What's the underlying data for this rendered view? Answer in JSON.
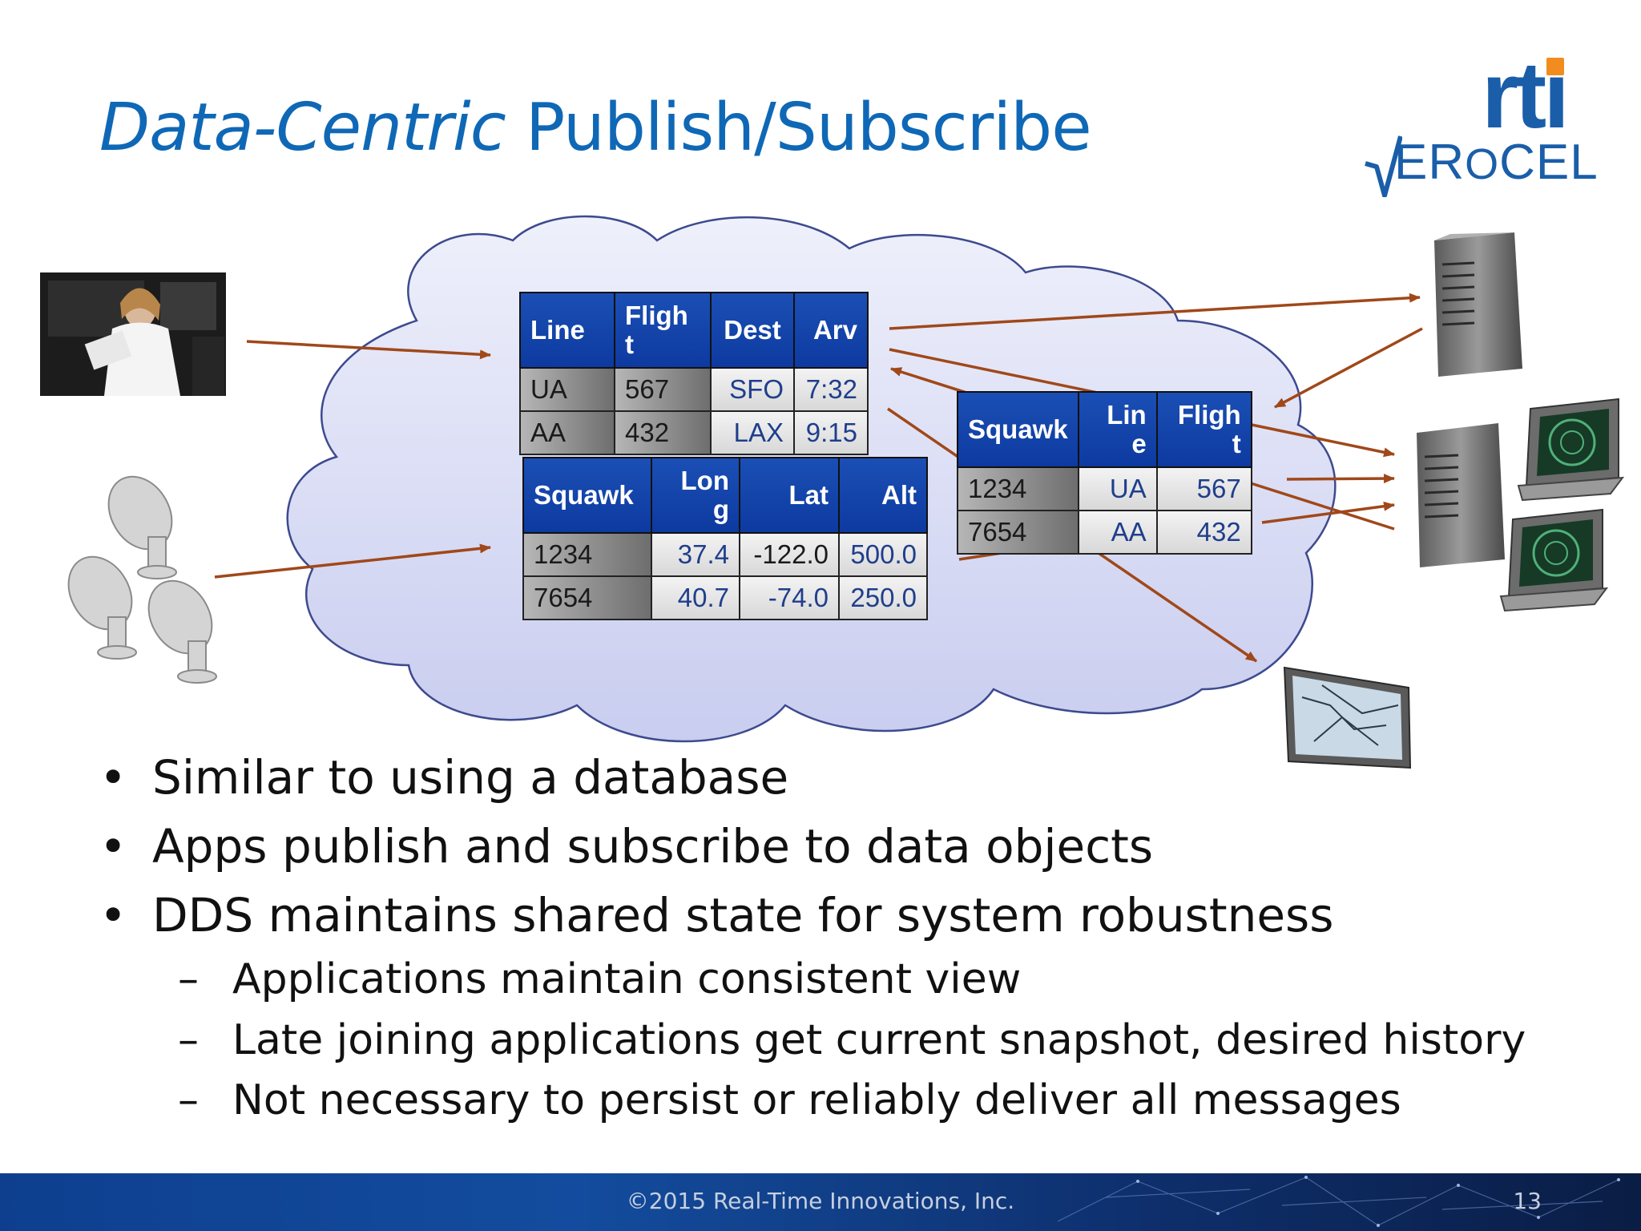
{
  "slide": {
    "title_emphasis": "Data-Centric",
    "title_rest": " Publish/Subscribe",
    "logo": {
      "top": "rti",
      "bottom": "ERoCEL"
    },
    "bullets": [
      "Similar to using a database",
      "Apps publish and subscribe to data objects",
      "DDS maintains shared state for system robustness"
    ],
    "sub_bullets": [
      "Applications maintain consistent view",
      "Late joining applications get current snapshot, desired history",
      "Not necessary to persist or reliably deliver all messages"
    ],
    "dash": "–",
    "bullet_mark": "•",
    "footer": "©2015 Real-Time Innovations, Inc.",
    "page_number": "13"
  },
  "tables": {
    "flights": {
      "headers": [
        "Line",
        "Fligh\nt",
        "Dest",
        "Arv"
      ],
      "rows": [
        [
          "UA",
          "567",
          "SFO",
          "7:32"
        ],
        [
          "AA",
          "432",
          "LAX",
          "9:15"
        ]
      ]
    },
    "tracks": {
      "headers": [
        "Squawk",
        "Lon\ng",
        "Lat",
        "Alt"
      ],
      "rows": [
        [
          "1234",
          "37.4",
          "-122.0",
          "500.0"
        ],
        [
          "7654",
          "40.7",
          "-74.0",
          "250.0"
        ]
      ]
    },
    "correlation": {
      "headers": [
        "Squawk",
        "Lin\ne",
        "Fligh\nt"
      ],
      "rows": [
        [
          "1234",
          "UA",
          "567"
        ],
        [
          "7654",
          "AA",
          "432"
        ]
      ]
    }
  },
  "colors": {
    "title": "#0f68b6",
    "arrow": "#a0481a",
    "cloud_fill": "#d8dcf4",
    "header_blue": "#1b4fb5"
  },
  "icons": [
    "pilot-photo",
    "satellite-dish-icon",
    "server-icon",
    "radar-console-icon",
    "map-display-icon",
    "cloud-shape"
  ]
}
